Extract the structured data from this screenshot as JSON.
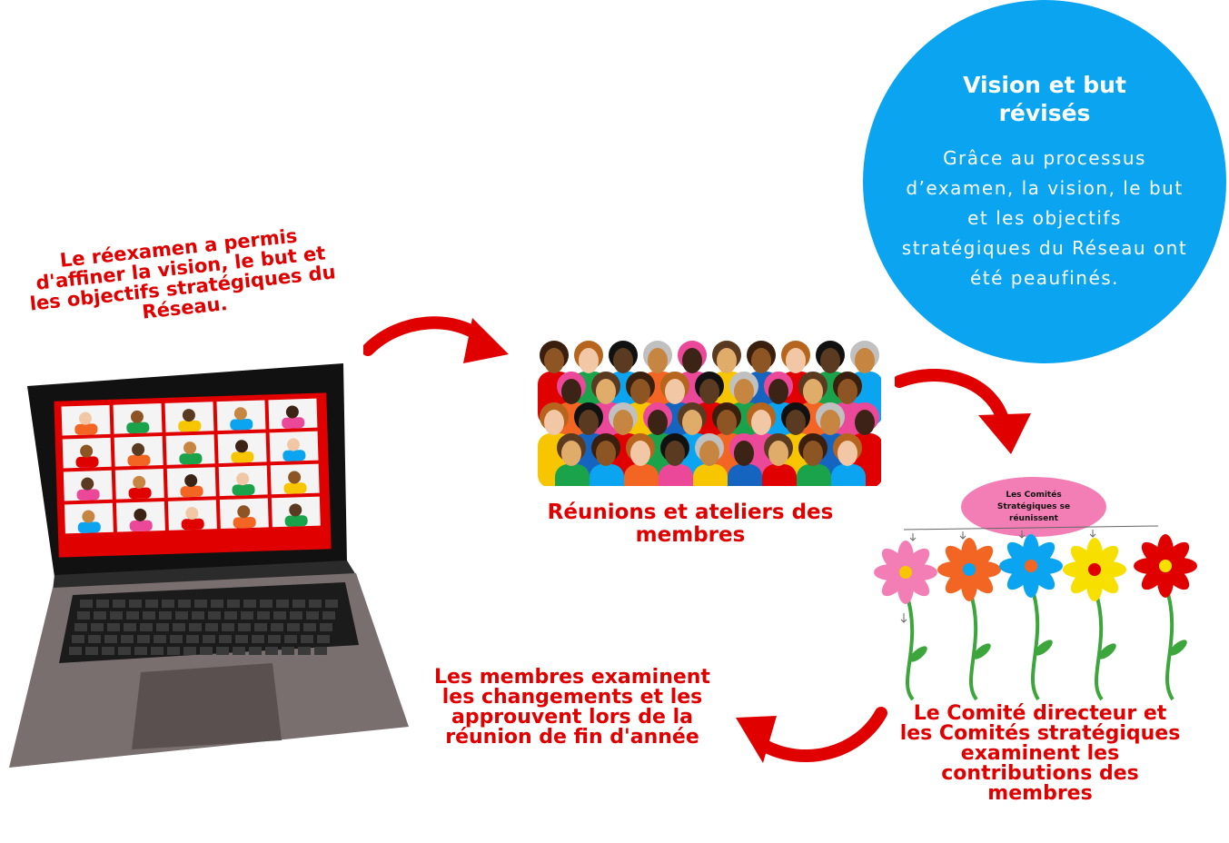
{
  "captions": {
    "laptop": "Le réexamen a permis d'affiner la vision, le but et les objectifs stratégiques du Réseau.",
    "meetings": "Réunions et ateliers des membres",
    "members_review": "Les membres examinent les changements et les approuvent lors de la réunion de fin d'année",
    "committee_review": "Le Comité directeur et les Comités stratégiques examinent les contributions des membres"
  },
  "vision_circle": {
    "title": "Vision et but révisés",
    "body": "Grâce au processus d’examen, la vision, le but et les objectifs stratégiques du Réseau ont été peaufinés."
  },
  "committee_oval": {
    "label": "Les Comités Stratégiques se réunissent"
  },
  "colors": {
    "accent_red": "#e00000",
    "circle_blue": "#0aa4f0",
    "oval_pink": "#f27eb5",
    "laptop_gray": "#6e6464",
    "screen_red": "#e00000"
  },
  "icons": [
    "laptop-illustration",
    "crowd-illustration",
    "flowers-illustration",
    "curved-arrow-icon"
  ]
}
